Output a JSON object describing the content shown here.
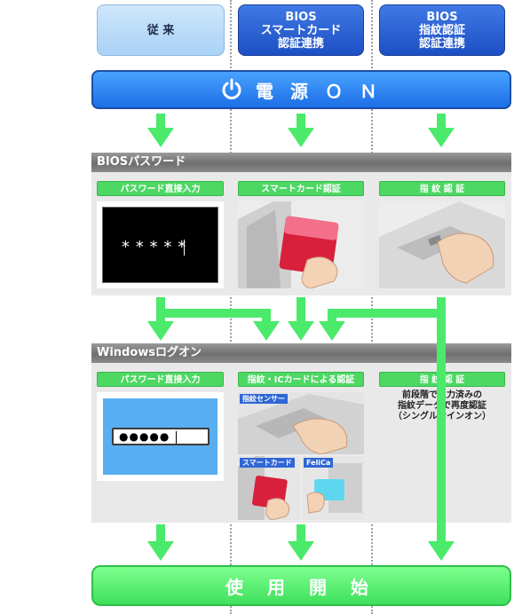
{
  "columns": [
    {
      "label_lines": [
        "従 来"
      ]
    },
    {
      "label_lines": [
        "BIOS",
        "スマートカード",
        "認証連携"
      ]
    },
    {
      "label_lines": [
        "BIOS",
        "指紋認証",
        "認証連携"
      ]
    }
  ],
  "power": {
    "label": "電 源 Ｏ Ｎ"
  },
  "bios_section": {
    "title": "BIOSパスワード",
    "pills": [
      "パスワード直接入力",
      "スマートカード認証",
      "指 紋 認 証"
    ],
    "password_mask": "*****"
  },
  "windows_section": {
    "title": "Windowsログオン",
    "pills": [
      "パスワード直接入力",
      "指紋・ICカードによる認証",
      "指 紋 認 証"
    ],
    "password_mask": "●●●●●",
    "sub_labels": [
      "指紋センサー",
      "スマートカード",
      "FeliCa"
    ],
    "note_lines": [
      "前段階で入力済みの",
      "指紋データで再度認証",
      "（シングルサインオン）"
    ]
  },
  "start": {
    "label": "使 用 開 始"
  },
  "colors": {
    "arrow": "#4bea6a",
    "header_dark": "#1d4fc4",
    "header_light": "#a9d2f6",
    "power": "#1c6fe6",
    "start": "#3fe05c"
  }
}
